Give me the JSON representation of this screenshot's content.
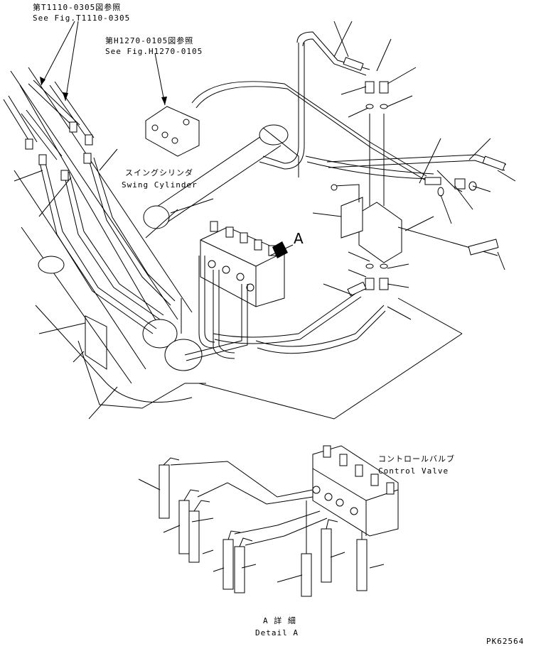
{
  "references": {
    "t1110_jp": "第T1110-0305図参照",
    "t1110_en": "See Fig.T1110-0305",
    "h1270_jp": "第H1270-0105図参照",
    "h1270_en": "See Fig.H1270-0105"
  },
  "swing_cylinder": {
    "jp": "スイングシリンダ",
    "en": "Swing Cylinder"
  },
  "view_marker": "A",
  "control_valve": {
    "jp": "コントロールバルブ",
    "en": "Control Valve"
  },
  "detail": {
    "jp": "A 詳 細",
    "en": "Detail A"
  },
  "figure_code": "PK62564"
}
